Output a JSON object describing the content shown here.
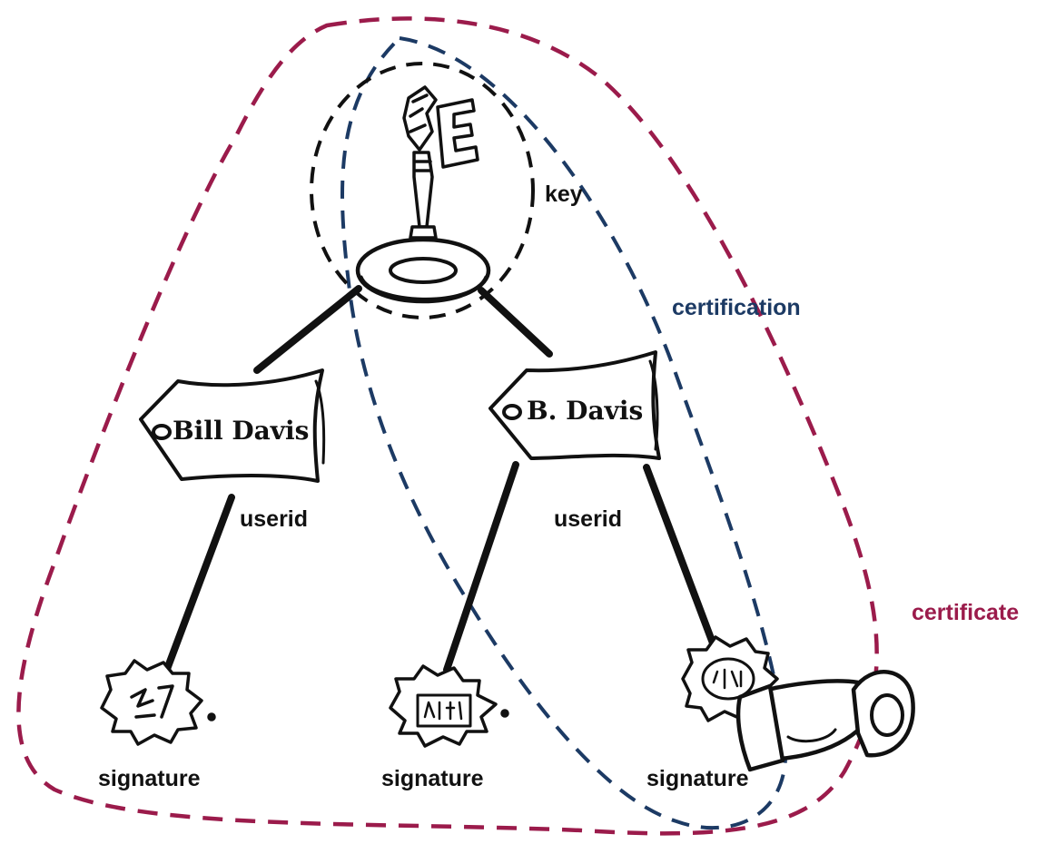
{
  "labels": {
    "key": "key",
    "certification": "certification",
    "certificate": "certificate",
    "userid_left": "userid",
    "userid_right": "userid",
    "signature_left": "signature",
    "signature_middle": "signature",
    "signature_right": "signature"
  },
  "tags": {
    "left": "Bill Davis",
    "right": "B. Davis"
  },
  "colors": {
    "certificate_outline": "#9b1b4b",
    "certification_outline": "#1c3a64",
    "key_outline": "#111111",
    "certificate_label": "#9b1b4b",
    "certification_label": "#1c3a64",
    "ink": "#111111"
  }
}
